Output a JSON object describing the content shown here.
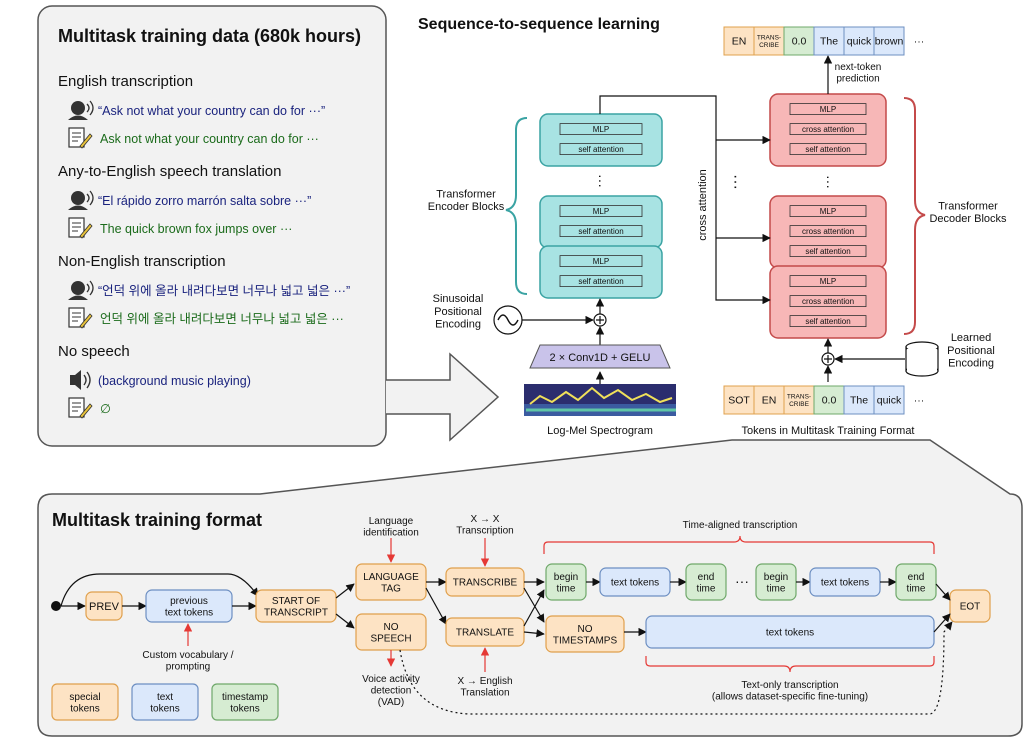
{
  "multitask_data": {
    "title": "Multitask training data (680k hours)",
    "sections": [
      {
        "heading": "English transcription",
        "audio": "“Ask not what your country can do for ···”",
        "text": "Ask not what your country can do for ···"
      },
      {
        "heading": "Any-to-English speech translation",
        "audio": "“El rápido zorro marrón salta sobre ···”",
        "text": "The quick brown fox jumps over ···"
      },
      {
        "heading": "Non-English transcription",
        "audio": "“언덕 위에 올라 내려다보면 너무나 넓고 넓은 ···”",
        "text": "언덕 위에 올라 내려다보면 너무나 넓고 넓은 ···"
      },
      {
        "heading": "No speech",
        "audio": "(background music playing)",
        "text": "∅"
      }
    ]
  },
  "seq2seq": {
    "title": "Sequence-to-sequence learning",
    "encoder_label": "Transformer\nEncoder Blocks",
    "decoder_label": "Transformer\nDecoder Blocks",
    "mlp": "MLP",
    "self_attention": "self attention",
    "cross_attention": "cross attention",
    "cross_attention_vertical": "cross attention",
    "sinusoidal": "Sinusoidal\nPositional\nEncoding",
    "conv": "2 × Conv1D + GELU",
    "spectrogram": "Log-Mel Spectrogram",
    "learned": "Learned\nPositional\nEncoding",
    "tokens_caption": "Tokens in Multitask Training Format",
    "next_token": "next-token\nprediction",
    "output_tokens": [
      "EN",
      "TRANS-\nCRIBE",
      "0.0",
      "The",
      "quick",
      "brown",
      "···"
    ],
    "input_tokens": [
      "SOT",
      "EN",
      "TRANS-\nCRIBE",
      "0.0",
      "The",
      "quick",
      "···"
    ]
  },
  "format": {
    "title": "Multitask training format",
    "prev": "PREV",
    "previous_text": "previous\ntext tokens",
    "start": "START OF\nTRANSCRIPT",
    "language_tag": "LANGUAGE\nTAG",
    "no_speech": "NO\nSPEECH",
    "transcribe": "TRANSCRIBE",
    "translate": "TRANSLATE",
    "no_timestamps": "NO\nTIMESTAMPS",
    "begin_time": "begin\ntime",
    "end_time": "end\ntime",
    "text_tokens": "text tokens",
    "ellipsis": "···",
    "eot": "EOT",
    "lang_id": "Language\nidentification",
    "x_to_x": "X → X\nTranscription",
    "x_to_en": "X → English\nTranslation",
    "vad": "Voice activity\ndetection\n(VAD)",
    "custom_vocab": "Custom vocabulary /\nprompting",
    "time_aligned": "Time-aligned transcription",
    "text_only": "Text-only transcription\n(allows dataset-specific fine-tuning)",
    "legend": [
      "special\ntokens",
      "text\ntokens",
      "timestamp\ntokens"
    ]
  },
  "colors": {
    "special": "#fde3c4",
    "special_stroke": "#e0a04c",
    "text": "#dbe8fb",
    "text_stroke": "#6d8fc2",
    "timestamp": "#d6ecd2",
    "timestamp_stroke": "#6fa86a",
    "encoder": "#a8e3e3",
    "encoder_stroke": "#3aa3a3",
    "decoder": "#f7b7b7",
    "decoder_stroke": "#c44a4a",
    "panel": "#f2f2f2",
    "red_arrow": "#e53935"
  }
}
